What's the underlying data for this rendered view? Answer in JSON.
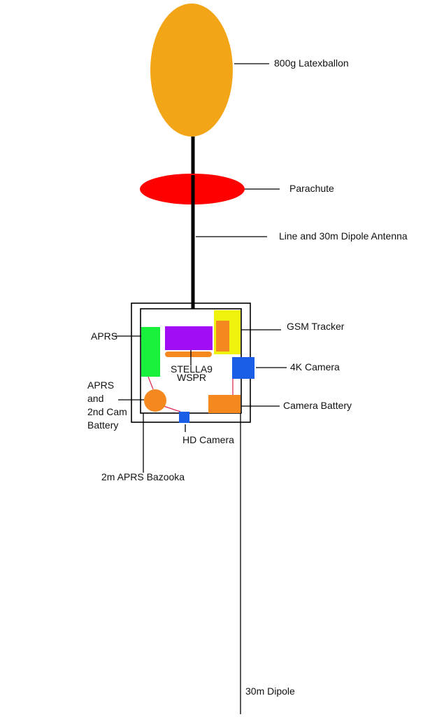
{
  "diagram": {
    "title": "High-altitude balloon payload layout",
    "colors": {
      "balloon": "#f2a516",
      "parachute": "#ff0000",
      "aprs": "#19f03c",
      "wspr": "#a10ef5",
      "orange": "#f5891f",
      "gsm": "#eef20c",
      "camera_blue": "#1a5de6",
      "wire": "#e0204a",
      "line": "#000000"
    },
    "labels": {
      "balloon": "800g Latexballon",
      "parachute": "Parachute",
      "line": "Line and 30m Dipole Antenna",
      "gsm": "GSM Tracker",
      "aprs": "APRS",
      "camera4k": "4K Camera",
      "battery_left": [
        "APRS",
        "and",
        "2nd Cam",
        "Battery"
      ],
      "camera_battery": "Camera Battery",
      "hd_camera": "HD Camera",
      "bazooka": "2m APRS Bazooka",
      "stella_line1": "STELLA9",
      "stella_line2": "WSPR",
      "dipole": "30m Dipole"
    }
  }
}
